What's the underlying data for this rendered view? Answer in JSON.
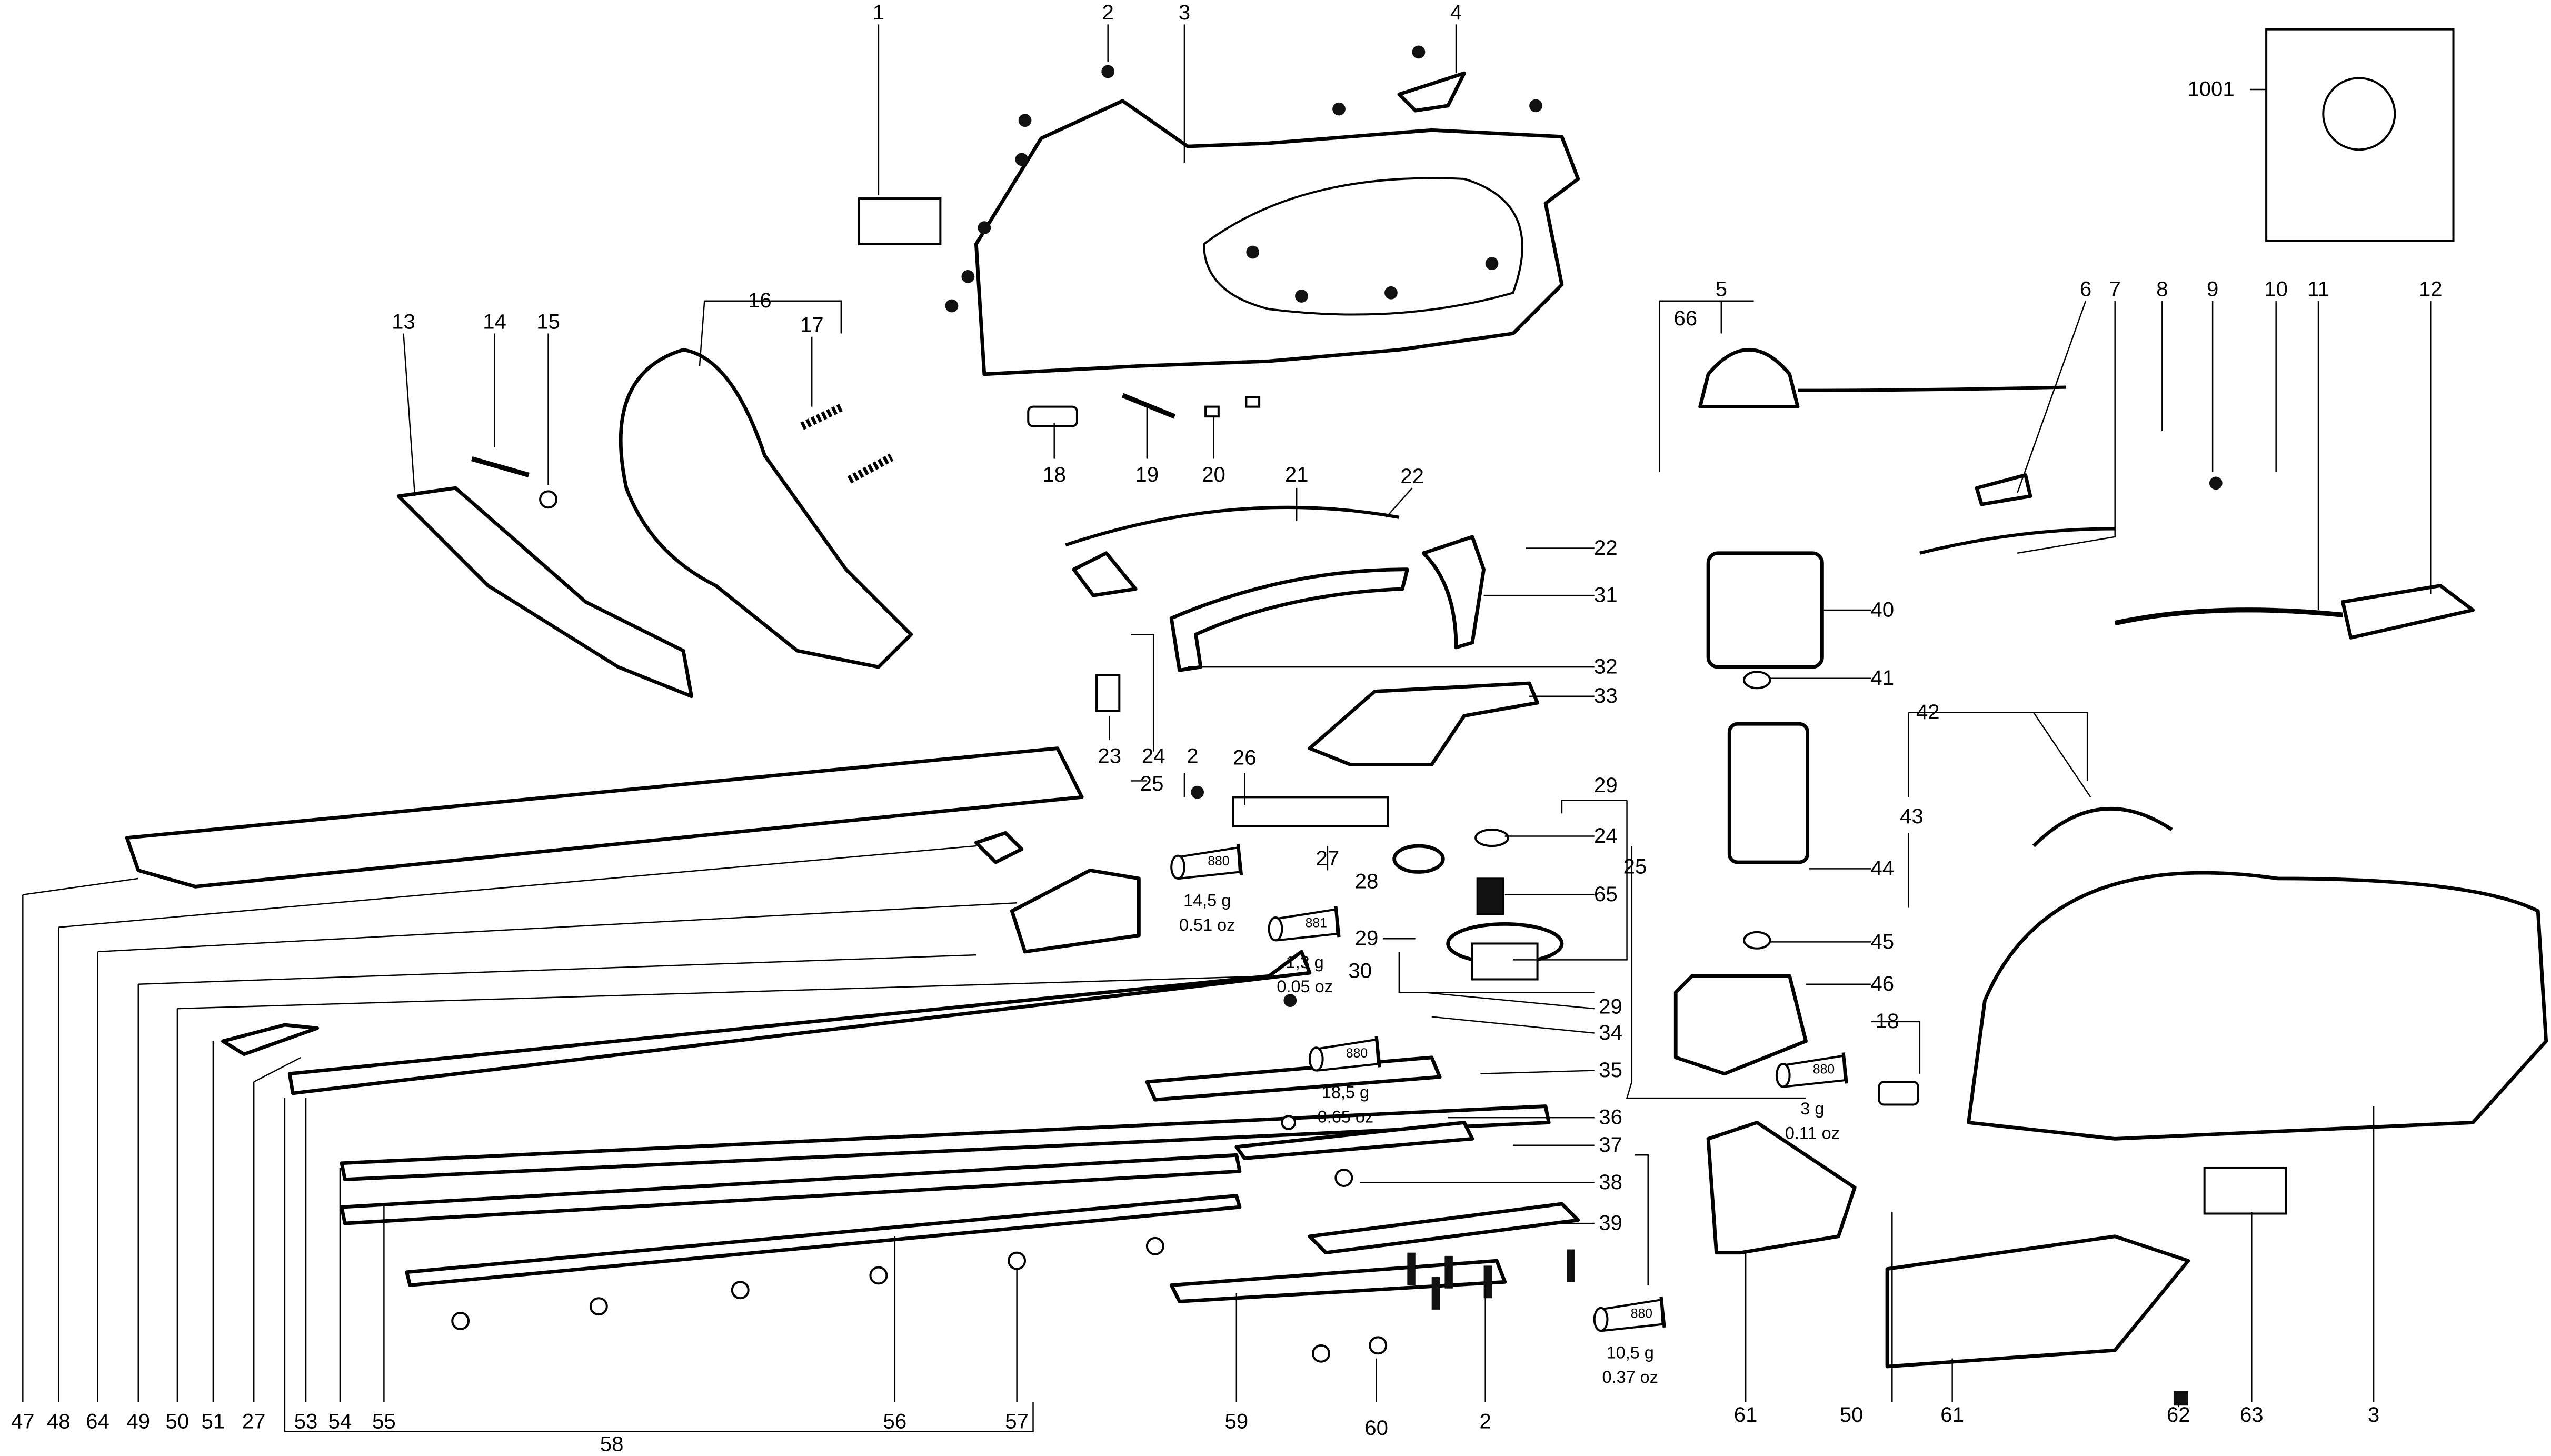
{
  "diagram": {
    "type": "exploded parts diagram",
    "part_labels": [
      "1",
      "2",
      "3",
      "4",
      "1001",
      "5",
      "66",
      "6",
      "7",
      "8",
      "9",
      "10",
      "11",
      "12",
      "13",
      "14",
      "15",
      "16",
      "17",
      "18",
      "19",
      "20",
      "21",
      "22",
      "22",
      "31",
      "40",
      "32",
      "41",
      "42",
      "33",
      "43",
      "23",
      "24",
      "2",
      "26",
      "25",
      "29",
      "24",
      "25",
      "44",
      "27",
      "28",
      "65",
      "29",
      "45",
      "30",
      "46",
      "29",
      "34",
      "35",
      "18",
      "36",
      "37",
      "38",
      "39",
      "47",
      "48",
      "64",
      "49",
      "50",
      "51",
      "27",
      "53",
      "54",
      "55",
      "56",
      "57",
      "58",
      "59",
      "60",
      "2",
      "61",
      "50",
      "61",
      "62",
      "63",
      "3"
    ],
    "grease_tubes": [
      {
        "code": "880",
        "weight": "14,5 g",
        "ounces": "0.51 oz"
      },
      {
        "code": "881",
        "weight": "1,3 g",
        "ounces": "0.05 oz"
      },
      {
        "code": "880",
        "weight": "18,5 g",
        "ounces": "0.65 oz"
      },
      {
        "code": "880",
        "weight": "3 g",
        "ounces": "0.11 oz"
      },
      {
        "code": "880",
        "weight": "10,5 g",
        "ounces": "0.37 oz"
      }
    ]
  }
}
